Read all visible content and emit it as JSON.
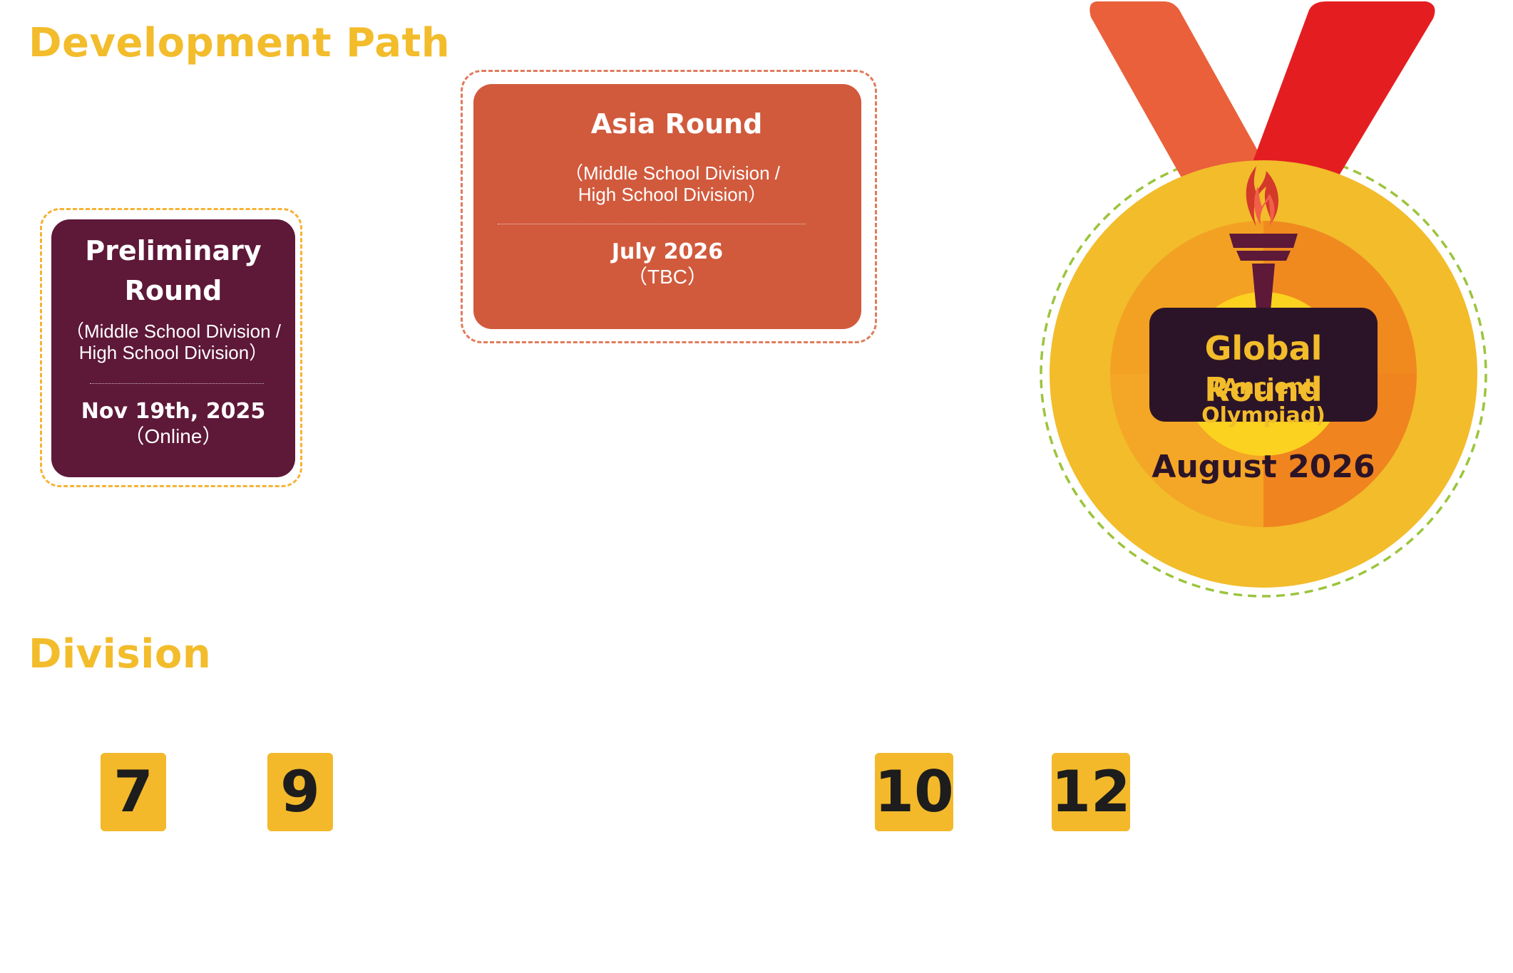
{
  "development_path": {
    "title": "Development Path",
    "preliminary": {
      "title_line1": "Preliminary",
      "title_line2": "Round",
      "division_line1": "（Middle School Division /",
      "division_line2": "High School Division）",
      "date": "Nov 19th, 2025",
      "note": "（Online）",
      "background": "#5E1838",
      "frame_color": "#F5B335"
    },
    "asia": {
      "title": "Asia Round",
      "division_line1": "（Middle School Division /",
      "division_line2": "High School Division）",
      "date": "July 2026",
      "note": "（TBC）",
      "background": "#D15A3D",
      "frame_color": "#E07B5B"
    },
    "global": {
      "title": "Global Round",
      "subtitle": "(Ancient Olympiad)",
      "date": "August 2026",
      "medal_icon": "torch-medal-icon",
      "colors": {
        "medal": "#F2BC2B",
        "ribbon_left": "#EA603A",
        "ribbon_right": "#E41E20",
        "label_bg": "#2C1428",
        "label_text": "#F2BC2B"
      }
    }
  },
  "division": {
    "title": "Division",
    "grades": [
      "7",
      "9",
      "10",
      "12"
    ],
    "badge_color": "#F3B92B"
  },
  "accent": "#F2BC2B"
}
